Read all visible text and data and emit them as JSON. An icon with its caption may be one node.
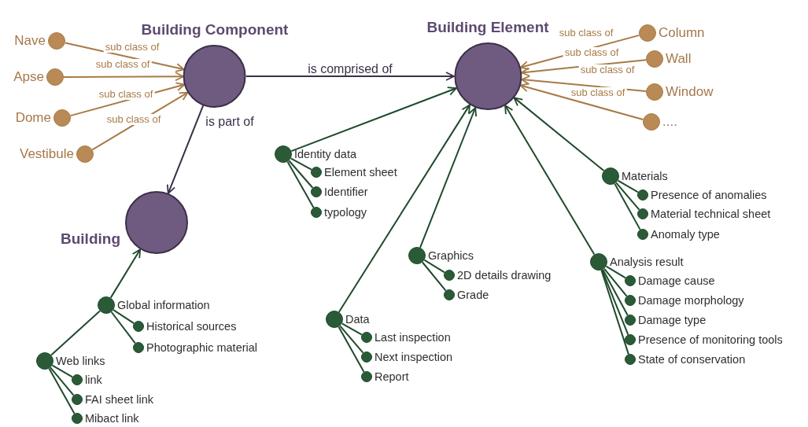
{
  "diagram": {
    "nodes": [
      {
        "text": [
          "Building Component"
        ]
      },
      {
        "text": [
          "Building Element"
        ]
      },
      {
        "text": [
          "Building"
        ]
      },
      {
        "text": [
          "Nave"
        ]
      },
      {
        "text": [
          "Apse"
        ]
      },
      {
        "text": [
          "Dome"
        ]
      },
      {
        "text": [
          "Vestibule"
        ]
      },
      {
        "text": [
          "Column"
        ]
      },
      {
        "text": [
          "Wall"
        ]
      },
      {
        "text": [
          "Window"
        ]
      },
      {
        "text": [
          "...."
        ]
      },
      {
        "text": [
          "Identity data"
        ]
      },
      {
        "text": [
          "Element sheet"
        ]
      },
      {
        "text": [
          "Identifier"
        ]
      },
      {
        "text": [
          "typology"
        ]
      },
      {
        "text": [
          "Data"
        ]
      },
      {
        "text": [
          "Last inspection"
        ]
      },
      {
        "text": [
          "Next inspection"
        ]
      },
      {
        "text": [
          "Report"
        ]
      },
      {
        "text": [
          "Graphics"
        ]
      },
      {
        "text": [
          "2D details drawing"
        ]
      },
      {
        "text": [
          "Grade"
        ]
      },
      {
        "text": [
          "Materials"
        ]
      },
      {
        "text": [
          "Presence of anomalies"
        ]
      },
      {
        "text": [
          "Material technical sheet"
        ]
      },
      {
        "text": [
          "Anomaly type"
        ]
      },
      {
        "text": [
          "Analysis result"
        ]
      },
      {
        "text": [
          "Damage cause"
        ]
      },
      {
        "text": [
          "Damage morphology"
        ]
      },
      {
        "text": [
          "Damage type"
        ]
      },
      {
        "text": [
          "Presence of monitoring tools"
        ]
      },
      {
        "text": [
          "State of conservation"
        ]
      },
      {
        "text": [
          "Global information"
        ]
      },
      {
        "text": [
          "Historical sources"
        ]
      },
      {
        "text": [
          "Photographic material"
        ]
      },
      {
        "text": [
          "Web links"
        ]
      },
      {
        "text": [
          "link"
        ]
      },
      {
        "text": [
          "FAI sheet link"
        ]
      },
      {
        "text": [
          "Mibact link"
        ]
      }
    ],
    "edges": [
      {
        "from": 3,
        "to": 0,
        "arrow": "to",
        "label": "sub class of",
        "color": "#a77a46"
      },
      {
        "from": 4,
        "to": 0,
        "arrow": "to",
        "label": "sub class of",
        "color": "#a77a46"
      },
      {
        "from": 5,
        "to": 0,
        "arrow": "to",
        "label": "sub class of",
        "color": "#a77a46"
      },
      {
        "from": 6,
        "to": 0,
        "arrow": "to",
        "label": "sub class of",
        "color": "#a77a46"
      },
      {
        "from": 7,
        "to": 1,
        "arrow": "to",
        "label": "sub class of",
        "color": "#a77a46"
      },
      {
        "from": 8,
        "to": 1,
        "arrow": "to",
        "label": "sub class of",
        "color": "#a77a46"
      },
      {
        "from": 9,
        "to": 1,
        "arrow": "to",
        "label": "sub class of",
        "color": "#a77a46"
      },
      {
        "from": 10,
        "to": 1,
        "arrow": "to",
        "label": "sub class of",
        "color": "#a77a46"
      },
      {
        "from": 0,
        "to": 1,
        "arrow": "to",
        "label": "is comprised of",
        "color": "#3b3048"
      },
      {
        "from": 0,
        "to": 2,
        "arrow": "to",
        "label": "is part of",
        "color": "#3b3048"
      },
      {
        "from": 11,
        "to": 1,
        "arrow": "to"
      },
      {
        "from": 15,
        "to": 1,
        "arrow": "to"
      },
      {
        "from": 19,
        "to": 1,
        "arrow": "to"
      },
      {
        "from": 22,
        "to": 1,
        "arrow": "to"
      },
      {
        "from": 26,
        "to": 1,
        "arrow": "to"
      },
      {
        "from": 32,
        "to": 2,
        "arrow": "to"
      },
      {
        "from": 35,
        "to": 32,
        "arrow": "none"
      },
      {
        "from": 11,
        "to": 12,
        "arrow": "none"
      },
      {
        "from": 11,
        "to": 13,
        "arrow": "none"
      },
      {
        "from": 11,
        "to": 14,
        "arrow": "none"
      },
      {
        "from": 15,
        "to": 16,
        "arrow": "none"
      },
      {
        "from": 15,
        "to": 17,
        "arrow": "none"
      },
      {
        "from": 15,
        "to": 18,
        "arrow": "none"
      },
      {
        "from": 19,
        "to": 20,
        "arrow": "none"
      },
      {
        "from": 19,
        "to": 21,
        "arrow": "none"
      },
      {
        "from": 22,
        "to": 23,
        "arrow": "none"
      },
      {
        "from": 22,
        "to": 24,
        "arrow": "none"
      },
      {
        "from": 22,
        "to": 25,
        "arrow": "none"
      },
      {
        "from": 26,
        "to": 27,
        "arrow": "none"
      },
      {
        "from": 26,
        "to": 28,
        "arrow": "none"
      },
      {
        "from": 26,
        "to": 29,
        "arrow": "none"
      },
      {
        "from": 26,
        "to": 30,
        "arrow": "none"
      },
      {
        "from": 26,
        "to": 31,
        "arrow": "none"
      },
      {
        "from": 32,
        "to": 33,
        "arrow": "none"
      },
      {
        "from": 32,
        "to": 34,
        "arrow": "none"
      },
      {
        "from": 35,
        "to": 36,
        "arrow": "none"
      },
      {
        "from": 35,
        "to": 37,
        "arrow": "none"
      },
      {
        "from": 35,
        "to": 38,
        "arrow": "none"
      }
    ]
  }
}
